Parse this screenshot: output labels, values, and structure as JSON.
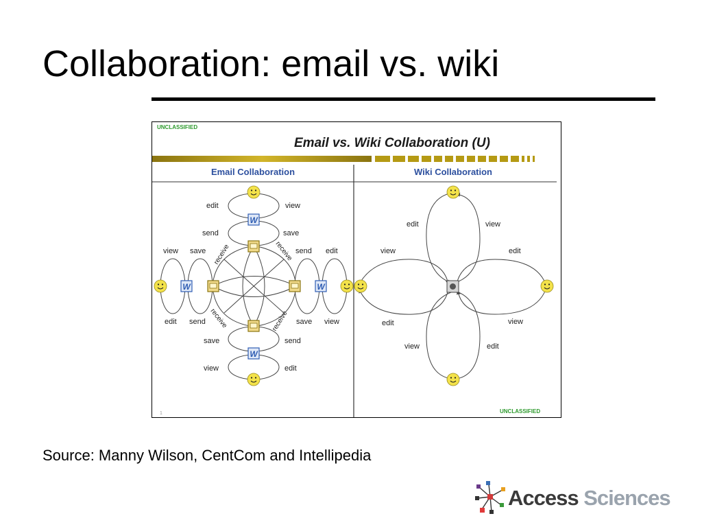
{
  "slide": {
    "title": "Collaboration: email vs. wiki",
    "source": "Source: Manny Wilson, CentCom and Intellipedia"
  },
  "figure": {
    "classification_top": "UNCLASSIFIED",
    "classification_bottom": "UNCLASSIFIED",
    "title": "Email vs. Wiki Collaboration (U)",
    "page_number": "1",
    "email_heading": "Email Collaboration",
    "wiki_heading": "Wiki Collaboration",
    "email_labels": {
      "top_edit": "edit",
      "top_view": "view",
      "top_send": "send",
      "top_save": "save",
      "bottom_save": "save",
      "bottom_send": "send",
      "bottom_view": "view",
      "bottom_edit": "edit",
      "left_view": "view",
      "left_save": "save",
      "left_edit": "edit",
      "left_send": "send",
      "right_send": "send",
      "right_edit": "edit",
      "right_save": "save",
      "right_view": "view",
      "receive_1": "receive",
      "receive_2": "receive",
      "receive_3": "receive",
      "receive_4": "receive"
    },
    "wiki_labels": {
      "top_edit": "edit",
      "top_view": "view",
      "left_view": "view",
      "left_edit": "edit",
      "right_edit": "edit",
      "right_view": "view",
      "bottom_view": "view",
      "bottom_edit": "edit"
    },
    "colors": {
      "classification": "#2e9a2e",
      "heading": "#2c4f9e",
      "gold_bar": "#b59a14",
      "smiley": "#f3e24a",
      "word_doc": "#2f5db3"
    }
  },
  "logo": {
    "word_1": "Access",
    "word_2": "Sciences"
  }
}
